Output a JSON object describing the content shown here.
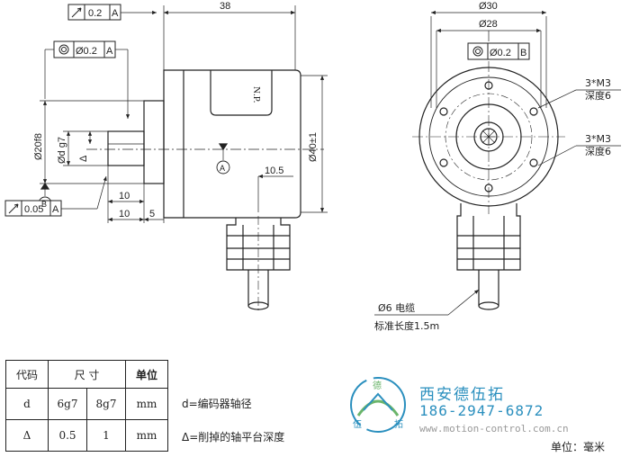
{
  "side_view": {
    "dim_length": "38",
    "dim_10a": "10",
    "dim_10b": "10",
    "dim_5": "5",
    "dim_10_5": "10.5",
    "dim_dia40": "Ø40±1",
    "dim_dia20": "Ø20f8",
    "dim_d": "Ød g7",
    "delta": "Δ",
    "label_np": "N.P.",
    "tol_top": "0.2",
    "tol_top_ref": "A",
    "tol_mid": "Ø0.2",
    "tol_mid_ref": "A",
    "tol_bottom": "0.05",
    "tol_bottom_ref": "A",
    "datum_a": "A",
    "datum_b": "B"
  },
  "front_view": {
    "dim_dia30": "Ø30",
    "dim_dia28": "Ø28",
    "tol": "Ø0.2",
    "tol_ref": "B",
    "screw1_a": "3*M3",
    "screw1_b": "深度6",
    "screw2_a": "3*M3",
    "screw2_b": "深度6",
    "cable_a": "Ø6 电缆",
    "cable_b": "标准长度1.5m"
  },
  "spec_table": {
    "headers": [
      "代码",
      "尺 寸",
      "单位"
    ],
    "rows": [
      {
        "code": "d",
        "v1": "6g7",
        "v2": "8g7",
        "unit": "mm"
      },
      {
        "code": "Δ",
        "v1": "0.5",
        "v2": "1",
        "unit": "mm"
      }
    ]
  },
  "notes": {
    "d_note": "d=编码器轴径",
    "delta_note": "Δ=削掉的轴平台深度"
  },
  "brand": {
    "name": "西安德伍拓",
    "phone": "186-2947-6872",
    "site": "www.motion-control.com.cn",
    "logo_chars": [
      "德",
      "伍",
      "拓"
    ]
  },
  "unit_label": "单位：毫米"
}
